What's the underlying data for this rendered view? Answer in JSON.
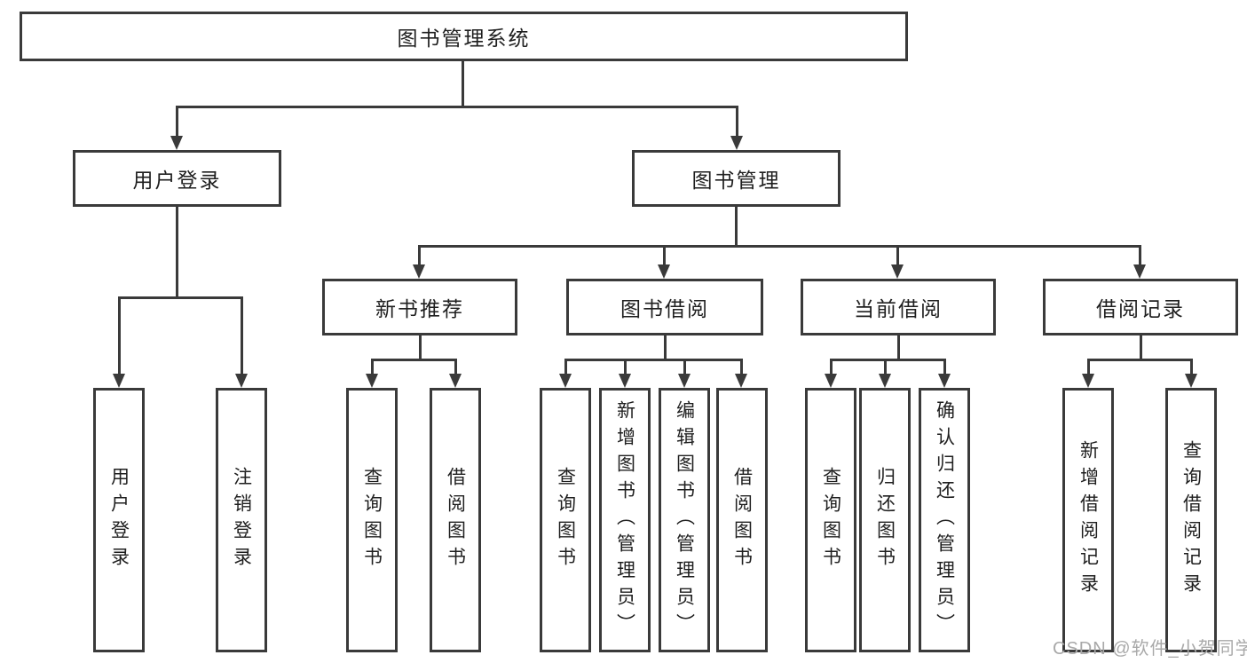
{
  "tree": {
    "root": {
      "label": "图书管理系统"
    },
    "branches": [
      {
        "label": "用户登录",
        "children": [
          {
            "label": "用户登录"
          },
          {
            "label": "注销登录"
          }
        ]
      },
      {
        "label": "图书管理",
        "groups": [
          {
            "label": "新书推荐",
            "children": [
              {
                "label": "查询图书"
              },
              {
                "label": "借阅图书"
              }
            ]
          },
          {
            "label": "图书借阅",
            "children": [
              {
                "label": "查询图书"
              },
              {
                "label": "新增图书（管理员）"
              },
              {
                "label": "编辑图书（管理员）"
              },
              {
                "label": "借阅图书"
              }
            ]
          },
          {
            "label": "当前借阅",
            "children": [
              {
                "label": "查询图书"
              },
              {
                "label": "归还图书"
              },
              {
                "label": "确认归还（管理员）"
              }
            ]
          },
          {
            "label": "借阅记录",
            "children": [
              {
                "label": "新增借阅记录"
              },
              {
                "label": "查询借阅记录"
              }
            ]
          }
        ]
      }
    ]
  },
  "watermark": {
    "text": "CSDN @软件_小贺同学"
  },
  "colors": {
    "line": "#3a3a3a",
    "text": "#1f1f1f",
    "background": "#ffffff",
    "watermark": "#a9a9a9"
  }
}
